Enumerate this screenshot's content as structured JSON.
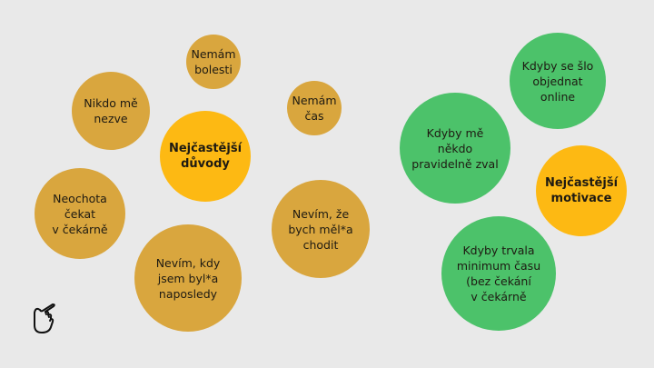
{
  "reasons": {
    "hub": "Nejčastější\ndůvody",
    "items": [
      "Nemám\nbolesti",
      "Nikdo mě\nnezve",
      "Nemám\nčas",
      "Neochota\nčekat\nv čekárně",
      "Nevím, kdy\njsem byl*a\nnaposledy",
      "Nevím, že\nbych měl*a\nchodit"
    ]
  },
  "motivations": {
    "hub": "Nejčastější\nmotivace",
    "items": [
      "Kdyby se šlo\nobjednat\nonline",
      "Kdyby mě\nněkdo\npravidelně zval",
      "Kdyby trvala\nminimum času\n(bez čekání\nv čekárně"
    ]
  },
  "colors": {
    "background": "#e9e9e9",
    "reason": "#d9a63e",
    "hub": "#fdb913",
    "motivation": "#4cc26a"
  },
  "icons": {
    "pointer": "hand-pointer-icon"
  }
}
